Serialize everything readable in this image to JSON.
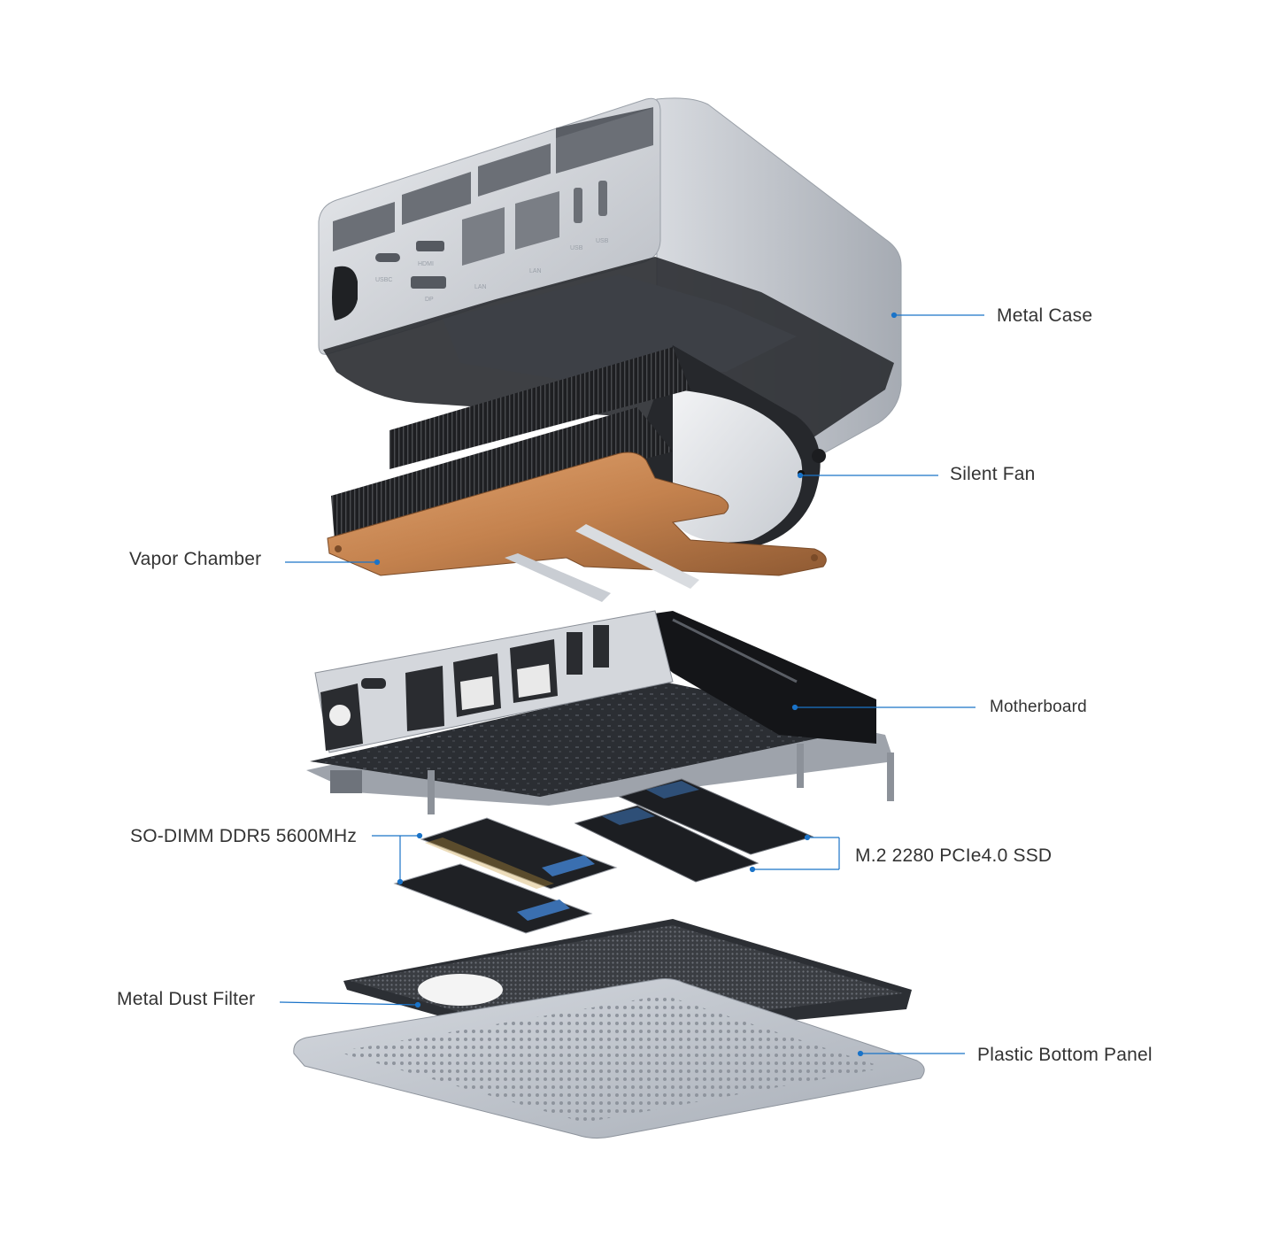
{
  "colors": {
    "leader_line": "#1a73c8",
    "label_text": "#333333",
    "case_silver": "#c8ccd2",
    "copper": "#c98a55",
    "heatsink": "#2a2a2a",
    "pcb": "#1c1e22",
    "ssd_blue": "#3a6fb0",
    "panel_grey": "#b9bfc8"
  },
  "labels": {
    "metal_case": "Metal Case",
    "silent_fan": "Silent Fan",
    "vapor_chamber": "Vapor Chamber",
    "motherboard": "Motherboard",
    "so_dimm": "SO-DIMM DDR5 5600MHz",
    "m2_ssd": "M.2 2280 PCIe4.0 SSD",
    "metal_dust_filter": "Metal Dust Filter",
    "plastic_bottom_panel": "Plastic Bottom Panel"
  },
  "port_labels": {
    "usbc": "USBC",
    "hdmi": "HDMI",
    "dp": "DP",
    "lan1": "LAN",
    "lan2": "LAN",
    "usb1": "USB",
    "usb2": "USB"
  }
}
